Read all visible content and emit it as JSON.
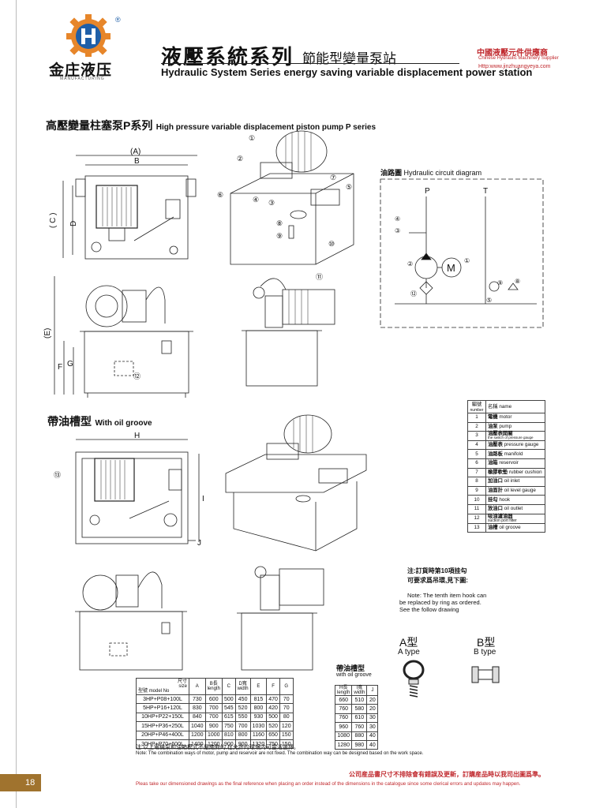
{
  "header": {
    "brand_cn": "金庄液压",
    "brand_sub": "MANUFACTURING",
    "title_cn": "液壓系統系列",
    "title_cn_sub": "節能型變量泵站",
    "title_en": "Hydraulic System Series  energy saving variable displacement power station",
    "supplier_cn": "中國液壓元件供應商",
    "supplier_en": "Chinese Hydraulic Machinery Supplier",
    "supplier_url": "Http:www.jinzhuangyeya.com",
    "registered": "®"
  },
  "section1": {
    "title_cn": "高壓變量柱塞泵P系列",
    "title_en": "High pressure variable displacement piston pump P series"
  },
  "section2": {
    "title_cn": "帶油槽型",
    "title_en": "With oil groove"
  },
  "circuit": {
    "title_cn": "油路圖",
    "title_en": "Hydraulic circuit diagram",
    "label_p": "P",
    "label_t": "T",
    "motor": "M"
  },
  "dims": {
    "a": "(A)",
    "b": "B",
    "c": "( C )",
    "d": "D",
    "e": "(E)",
    "f": "F",
    "g": "G",
    "h": "H",
    "i": "I",
    "j": "J"
  },
  "callouts": [
    "①",
    "②",
    "③",
    "④",
    "⑤",
    "⑥",
    "⑦",
    "⑧",
    "⑨",
    "⑩",
    "⑪",
    "⑫",
    "⑬"
  ],
  "parts": {
    "header_no_cn": "編號",
    "header_no_en": "number",
    "header_name": "名稱 name",
    "rows": [
      {
        "no": "1",
        "cn": "電機",
        "en": "motor"
      },
      {
        "no": "2",
        "cn": "油泵",
        "en": "pump"
      },
      {
        "no": "3",
        "cn": "油壓表開關",
        "en": "the switch of pressure gauge"
      },
      {
        "no": "4",
        "cn": "油壓表",
        "en": "pressure gauge"
      },
      {
        "no": "5",
        "cn": "油路板",
        "en": "manifold"
      },
      {
        "no": "6",
        "cn": "油箱",
        "en": "reservoir"
      },
      {
        "no": "7",
        "cn": "橡膠軟墊",
        "en": "rubber cushion"
      },
      {
        "no": "8",
        "cn": "加油口",
        "en": "oil inlet"
      },
      {
        "no": "9",
        "cn": "油面計",
        "en": "oil level gauge"
      },
      {
        "no": "10",
        "cn": "挂勾",
        "en": "hook"
      },
      {
        "no": "11",
        "cn": "放油口",
        "en": "oil outlet"
      },
      {
        "no": "12",
        "cn": "吸油濾油器",
        "en": "suction port filter"
      },
      {
        "no": "13",
        "cn": "油槽",
        "en": "oil groove"
      }
    ]
  },
  "hook_note": {
    "cn1": "注:訂貨時第10項挂勾",
    "cn2": "可要求爲吊環,見下圖:",
    "en1": "Note: The tenth item hook can",
    "en2": "be replaced by ring as ordered.",
    "en3": "See the follow drawing",
    "a_cn": "A型",
    "a_en": "A type",
    "b_cn": "B型",
    "b_en": "B type"
  },
  "spec_table": {
    "corner_size_cn": "尺寸",
    "corner_size_en": "size",
    "corner_model_cn": "型號",
    "corner_model_en": "model No",
    "cols": [
      {
        "cn": "",
        "en": "A"
      },
      {
        "cn": "B長",
        "en": "length"
      },
      {
        "cn": "",
        "en": "C"
      },
      {
        "cn": "D寬",
        "en": "width"
      },
      {
        "cn": "",
        "en": "E"
      },
      {
        "cn": "",
        "en": "F"
      },
      {
        "cn": "",
        "en": "G"
      }
    ],
    "rows": [
      [
        "3HP+P08+100L",
        "730",
        "600",
        "500",
        "450",
        "815",
        "470",
        "70"
      ],
      [
        "5HP+P16+120L",
        "830",
        "700",
        "545",
        "520",
        "800",
        "420",
        "70"
      ],
      [
        "10HP+P22+150L",
        "840",
        "700",
        "615",
        "550",
        "930",
        "500",
        "80"
      ],
      [
        "15HP+P36+250L",
        "1040",
        "900",
        "750",
        "700",
        "1030",
        "520",
        "120"
      ],
      [
        "20HP+P46+400L",
        "1200",
        "1000",
        "810",
        "800",
        "1160",
        "650",
        "150"
      ],
      [
        "30HP+P70+600L",
        "1400",
        "1200",
        "900",
        "900",
        "1320",
        "750",
        "150"
      ]
    ]
  },
  "oil_table": {
    "title_cn": "帶油槽型",
    "title_en": "with oil groove",
    "cols": [
      {
        "cn": "H長",
        "en": "length"
      },
      {
        "cn": "I寬",
        "en": "width"
      },
      {
        "cn": "",
        "en": "J"
      }
    ],
    "rows": [
      [
        "660",
        "510",
        "20"
      ],
      [
        "760",
        "580",
        "20"
      ],
      [
        "760",
        "610",
        "30"
      ],
      [
        "960",
        "760",
        "30"
      ],
      [
        "1080",
        "880",
        "40"
      ],
      [
        "1280",
        "980",
        "40"
      ]
    ]
  },
  "notes": {
    "cn": "注:以上電機泵和油箱模式不是絶對的,在允許的環境内可靈活選擇。",
    "en": "Note: The combination ways of motor, pump and reservoir are not fixed. The combination way can be designed based on the work space."
  },
  "footer": {
    "page": "18",
    "cn": "公司産品書尺寸不排除會有錯誤及更新，訂購産品時以我司出圖爲準。",
    "en": "Pleas take our dimensioned drawings as the final reference when placing an order instead of the dimensions in the catalogue since some clerical errors and updates may happen."
  },
  "colors": {
    "accent_red": "#c0282d",
    "logo_blue": "#1f5fa8",
    "logo_orange": "#e7862a",
    "page_tab": "#a0732e"
  }
}
